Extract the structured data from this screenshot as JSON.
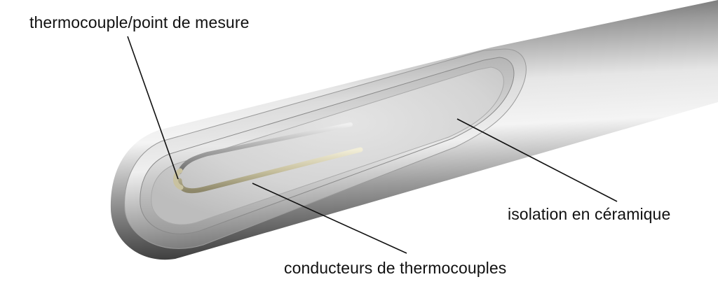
{
  "labels": {
    "thermocouple_point": "thermocouple/point de mesure",
    "ceramic_insulation": "isolation en céramique",
    "thermocouple_conductors": "conducteurs de thermocouples"
  },
  "colors": {
    "sheath_dark": "#3a3a3a",
    "sheath_light": "#d8d8d8",
    "ceramic": "#d6d6d6",
    "wire_silver": "#b8b8b8",
    "wire_gold": "#c9c2a0",
    "leader_line": "#111111"
  }
}
